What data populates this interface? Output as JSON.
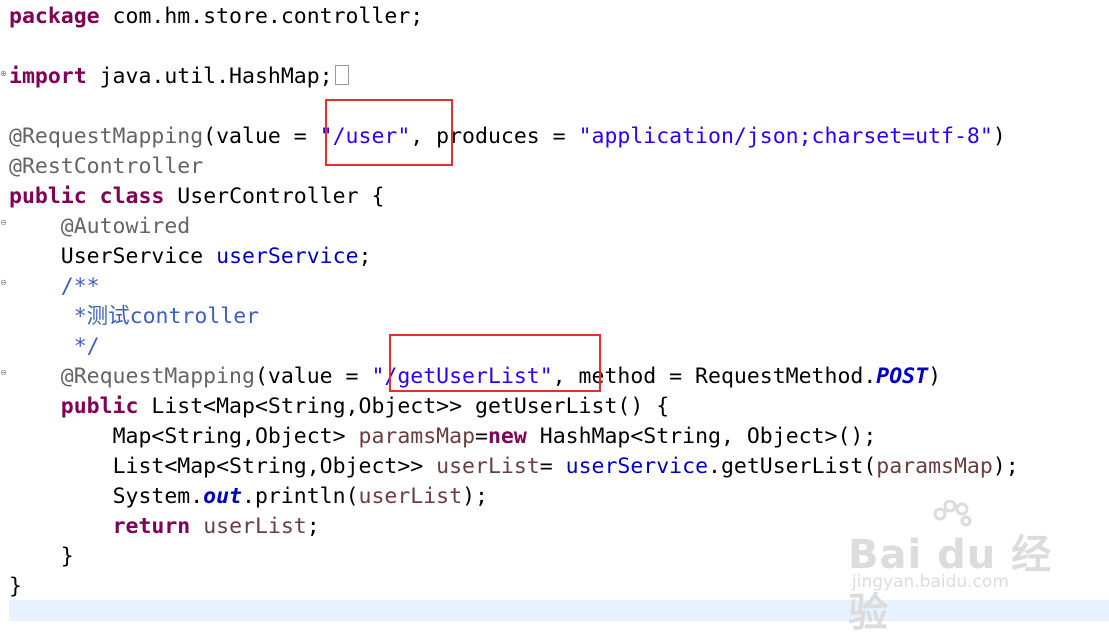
{
  "editor": {
    "lines": {
      "l1": {
        "kw": "package",
        "rest": " com.hm.store.controller;"
      },
      "l3": {
        "kw": "import",
        "rest": " java.util.HashMap;"
      },
      "l5": {
        "ann": "@RequestMapping",
        "p1": "(value = ",
        "s1": "\"/user\"",
        "p2": ", produces = ",
        "s2": "\"application/json;charset=utf-8\"",
        "p3": ")"
      },
      "l6": {
        "ann": "@RestController"
      },
      "l7": {
        "kw1": "public",
        "sp": " ",
        "kw2": "class",
        "rest": " UserController {"
      },
      "l8": {
        "ann": "@Autowired"
      },
      "l9": {
        "type": "UserService ",
        "fld": "userService",
        "semi": ";"
      },
      "l10": {
        "cmt": "/**"
      },
      "l11": {
        "cmt": " *测试controller"
      },
      "l12": {
        "cmt": " */"
      },
      "l13": {
        "ann": "@RequestMapping",
        "p1": "(value = ",
        "s1": "\"/getUserList\"",
        "p2": ", method = RequestMethod.",
        "sfld": "POST",
        "p3": ")"
      },
      "l14": {
        "kw": "public",
        "rest": " List<Map<String,Object>> getUserList() {"
      },
      "l15": {
        "t1": "Map<String,Object> ",
        "loc": "paramsMap",
        "eq": "=",
        "kw": "new",
        "rest": " HashMap<String, Object>();"
      },
      "l16": {
        "t1": "List<Map<String,Object>> ",
        "loc": "userList",
        "eq": "= ",
        "fld": "userService",
        "mid": ".getUserList(",
        "loc2": "paramsMap",
        "end": ");"
      },
      "l17": {
        "t1": "System.",
        "sfld": "out",
        "mid": ".println(",
        "loc": "userList",
        "end": ");"
      },
      "l18": {
        "kw": "return",
        "sp": " ",
        "loc": "userList",
        "end": ";"
      },
      "l19": {
        "text": "}"
      },
      "l20": {
        "text": "}"
      }
    }
  },
  "watermark": {
    "logo": "Bai du 经验",
    "url": "jingyan.baidu.com"
  },
  "colors": {
    "keyword": "#7f0055",
    "annotation": "#646464",
    "string": "#2a00ff",
    "field": "#0000c0",
    "local_variable": "#6a3e3e",
    "javadoc": "#3f5fbf",
    "highlight_box": "#e03131",
    "current_line": "#e8f2fe"
  }
}
